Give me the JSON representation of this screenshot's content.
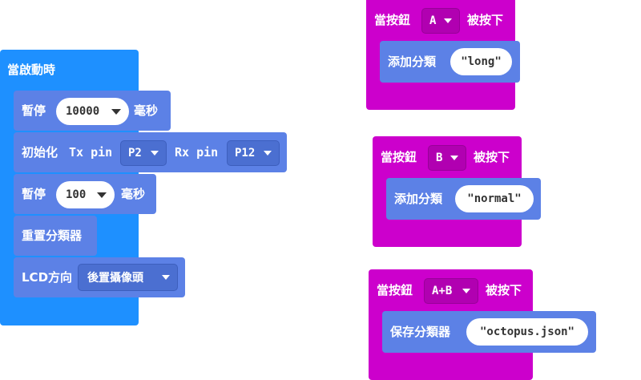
{
  "left_stack": {
    "hat_label": "當啟動時",
    "pause1": {
      "label": "暫停",
      "value": "10000",
      "unit": "毫秒"
    },
    "init": {
      "label": "初始化",
      "tx_label": "Tx pin",
      "tx_value": "P2",
      "rx_label": "Rx pin",
      "rx_value": "P12"
    },
    "pause2": {
      "label": "暫停",
      "value": "100",
      "unit": "毫秒"
    },
    "reset": {
      "label": "重置分類器"
    },
    "lcd": {
      "label": "LCD方向",
      "value": "後置攝像頭"
    }
  },
  "events": [
    {
      "prefix": "當按鈕",
      "button": "A",
      "suffix": "被按下",
      "action": "添加分類",
      "arg": "\"long\""
    },
    {
      "prefix": "當按鈕",
      "button": "B",
      "suffix": "被按下",
      "action": "添加分類",
      "arg": "\"normal\""
    },
    {
      "prefix": "當按鈕",
      "button": "A+B",
      "suffix": "被按下",
      "action": "保存分類器",
      "arg": "\"octopus.json\""
    }
  ],
  "colors": {
    "start_hat": "#1e90ff",
    "basic_block": "#5c81e6",
    "event_hat": "#cc00cc"
  }
}
